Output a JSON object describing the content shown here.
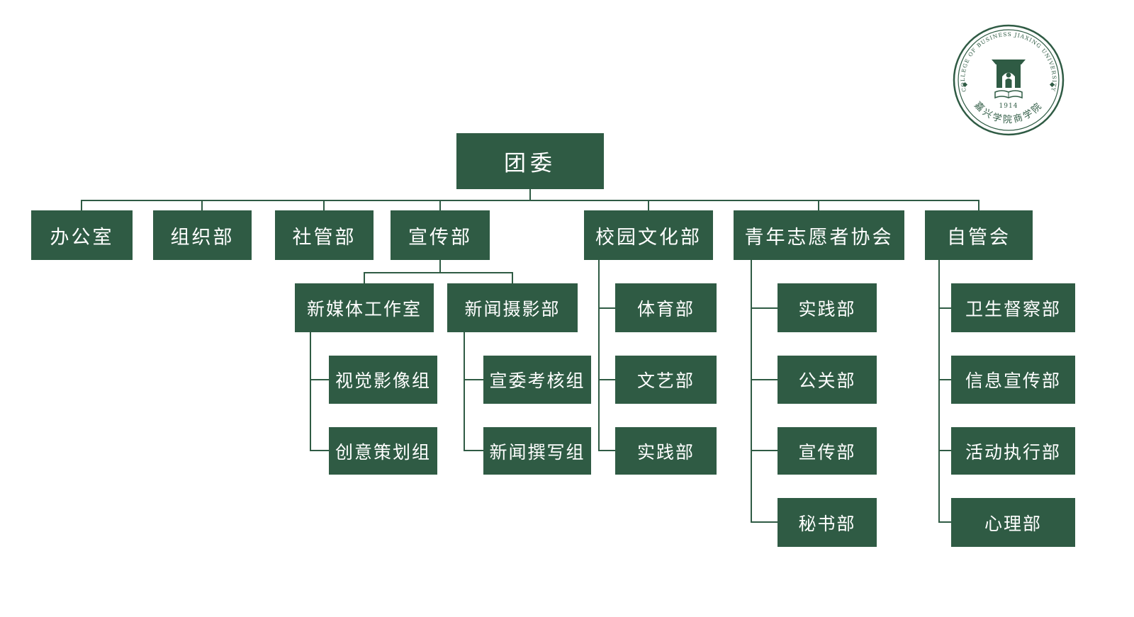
{
  "meta": {
    "description_label": "团委组织架构图",
    "accent_color": "#2F5B44",
    "box_text_color": "#FFFFFF",
    "background_color": "#FFFFFF"
  },
  "org_chart": {
    "root": {
      "label": "团委"
    },
    "departments": [
      {
        "label": "办公室",
        "children": []
      },
      {
        "label": "组织部",
        "children": []
      },
      {
        "label": "社管部",
        "children": []
      },
      {
        "label": "宣传部",
        "children": [
          {
            "label": "新媒体工作室",
            "children": [
              {
                "label": "视觉影像组"
              },
              {
                "label": "创意策划组"
              }
            ]
          },
          {
            "label": "新闻摄影部",
            "children": [
              {
                "label": "宣委考核组"
              },
              {
                "label": "新闻撰写组"
              }
            ]
          }
        ]
      },
      {
        "label": "校园文化部",
        "children": [
          {
            "label": "体育部"
          },
          {
            "label": "文艺部"
          },
          {
            "label": "实践部"
          }
        ]
      },
      {
        "label": "青年志愿者协会",
        "children": [
          {
            "label": "实践部"
          },
          {
            "label": "公关部"
          },
          {
            "label": "宣传部"
          },
          {
            "label": "秘书部"
          }
        ]
      },
      {
        "label": "自管会",
        "children": [
          {
            "label": "卫生督察部"
          },
          {
            "label": "信息宣传部"
          },
          {
            "label": "活动执行部"
          },
          {
            "label": "心理部"
          }
        ]
      }
    ]
  },
  "logo": {
    "top_text": "COLLEGE OF BUSINESS JIAXING UNIVERSITY",
    "bottom_text": "嘉兴学院商学院",
    "year": "1914"
  }
}
